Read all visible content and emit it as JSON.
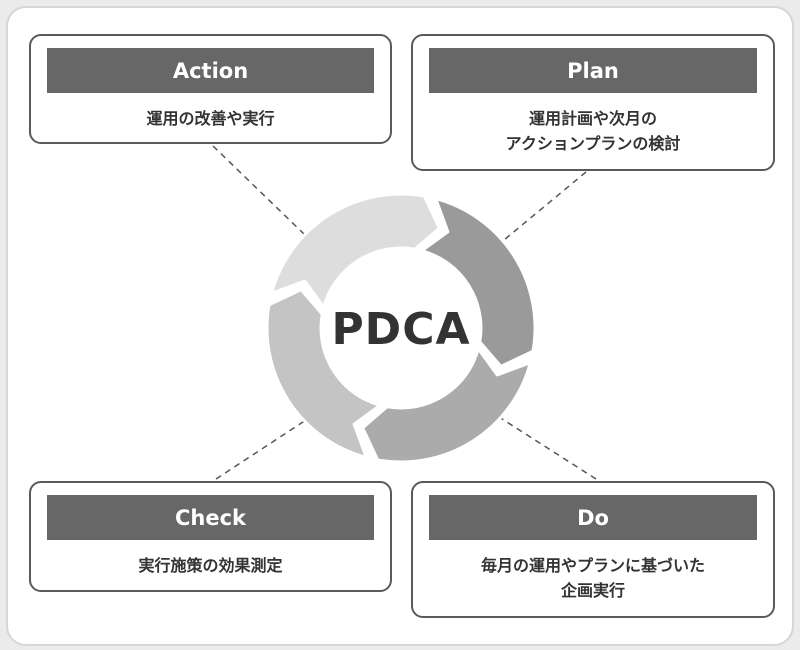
{
  "diagram": {
    "center_label": "PDCA",
    "colors": {
      "header_bg": "#676767",
      "segment_plan": "#9a9a9a",
      "segment_do": "#ababab",
      "segment_check": "#c4c4c4",
      "segment_action": "#dddddd",
      "connector": "#555555"
    },
    "stages": [
      {
        "key": "action",
        "title": "Action",
        "description": "運用の改善や実行"
      },
      {
        "key": "plan",
        "title": "Plan",
        "description": "運用計画や次月の\nアクションプランの検討"
      },
      {
        "key": "check",
        "title": "Check",
        "description": "実行施策の効果測定"
      },
      {
        "key": "do",
        "title": "Do",
        "description": "毎月の運用やプランに基づいた\n企画実行"
      }
    ]
  }
}
